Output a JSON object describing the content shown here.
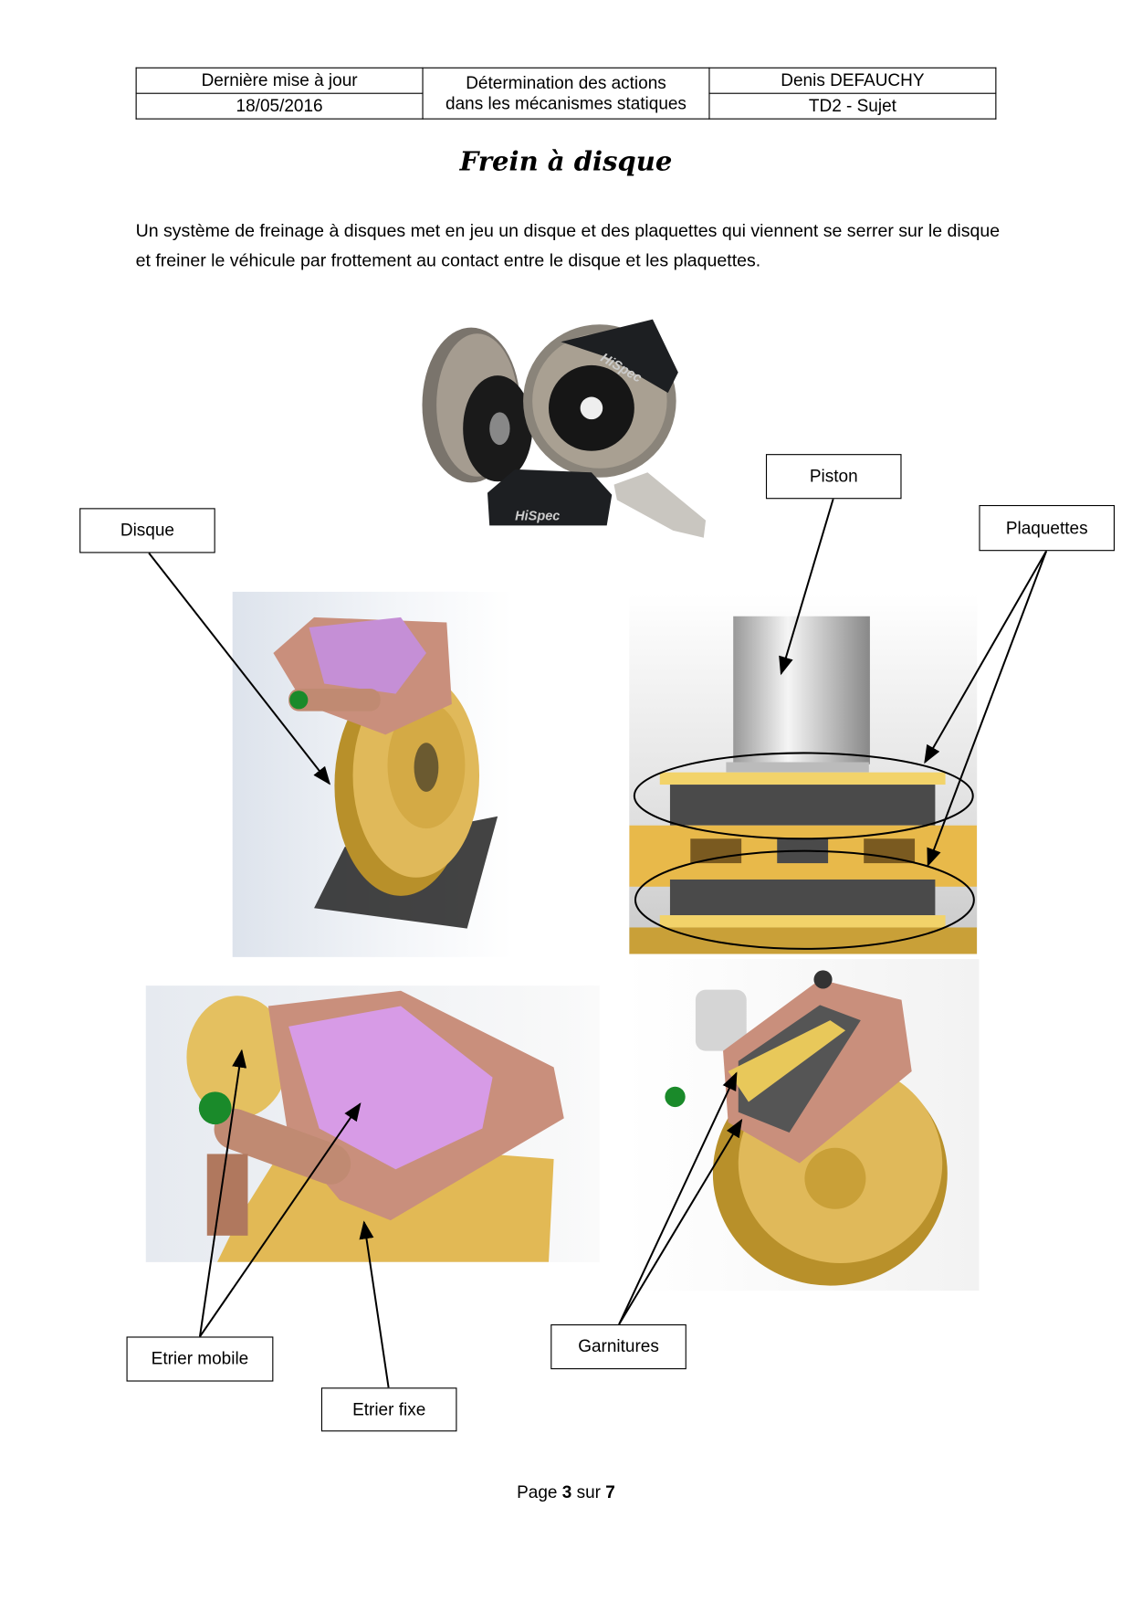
{
  "header": {
    "last_update_label": "Dernière mise à jour",
    "date": "18/05/2016",
    "course_line1": "Détermination des actions",
    "course_line2": "dans les mécanismes statiques",
    "author": "Denis DEFAUCHY",
    "doc": "TD2 - Sujet"
  },
  "title": "Frein à disque",
  "intro": "Un système de freinage à disques met en jeu un disque et des plaquettes qui viennent se serrer sur le disque et freiner le véhicule par frottement au contact entre le disque et les plaquettes.",
  "photo_logo": "HiSpec",
  "labels": {
    "disque": "Disque",
    "piston": "Piston",
    "plaquettes": "Plaquettes",
    "etrier_mobile": "Etrier mobile",
    "etrier_fixe": "Etrier fixe",
    "garnitures": "Garnitures"
  },
  "footer": {
    "page_word": "Page",
    "current": "3",
    "of_word": "sur",
    "total": "7"
  },
  "colors": {
    "disc_gold": "#d9b24a",
    "caliper_pink": "#c98f7c",
    "caliper_violet": "#c58fd6",
    "piston_grey": "#d8d8d8",
    "pad_dark": "#555555"
  }
}
